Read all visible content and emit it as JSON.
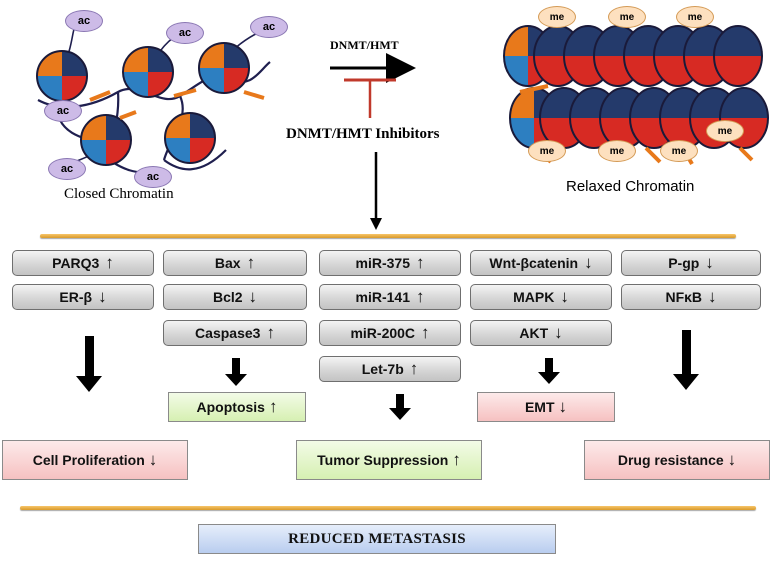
{
  "top": {
    "closed_chromatin_label": "Closed Chromatin",
    "relaxed_chromatin_label": "Relaxed Chromatin",
    "arrow_label": "DNMT/HMT",
    "inhibitor_label": "DNMT/HMT Inhibitors",
    "acetyl_tag": "ac",
    "methyl_tag": "me"
  },
  "columns": [
    {
      "items": [
        {
          "label": "PARQ3",
          "dir": "↑"
        },
        {
          "label": "ER-β",
          "dir": "↓"
        }
      ],
      "outcome": {
        "label": "Cell Proliferation",
        "dir": "↓"
      }
    },
    {
      "items": [
        {
          "label": "Bax",
          "dir": "↑"
        },
        {
          "label": "Bcl2",
          "dir": "↓"
        },
        {
          "label": "Caspase3",
          "dir": "↑"
        }
      ],
      "outcome": {
        "label": "Apoptosis",
        "dir": "↑"
      }
    },
    {
      "items": [
        {
          "label": "miR-375",
          "dir": "↑"
        },
        {
          "label": "miR-141",
          "dir": "↑"
        },
        {
          "label": "miR-200C",
          "dir": "↑"
        },
        {
          "label": "Let-7b",
          "dir": "↑"
        }
      ],
      "outcome": {
        "label": "Tumor Suppression",
        "dir": "↑"
      }
    },
    {
      "items": [
        {
          "label": "Wnt-βcatenin",
          "dir": "↓"
        },
        {
          "label": "MAPK",
          "dir": "↓"
        },
        {
          "label": "AKT",
          "dir": "↓"
        }
      ],
      "outcome": {
        "label": "EMT",
        "dir": "↓"
      }
    },
    {
      "items": [
        {
          "label": "P-gp",
          "dir": "↓"
        },
        {
          "label": "NFκB",
          "dir": "↓"
        }
      ],
      "outcome": {
        "label": "Drug resistance",
        "dir": "↓"
      }
    }
  ],
  "final": {
    "label": "REDUCED METASTASIS"
  }
}
